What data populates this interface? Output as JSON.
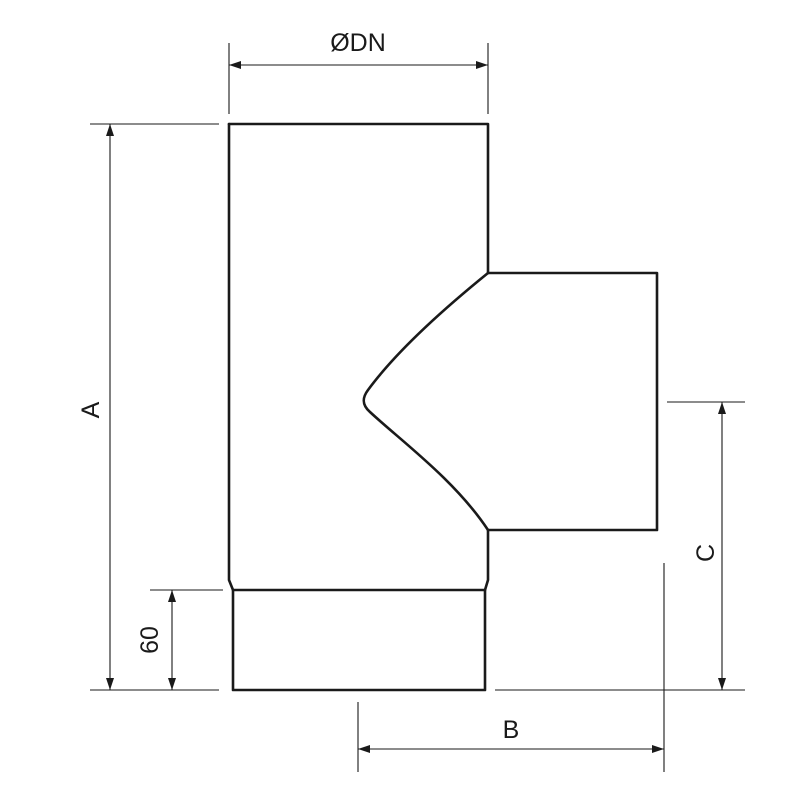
{
  "dimensions": {
    "diameter": "ØDN",
    "height_a": "A",
    "length_b": "B",
    "height_c": "C",
    "socket_length": "60"
  }
}
